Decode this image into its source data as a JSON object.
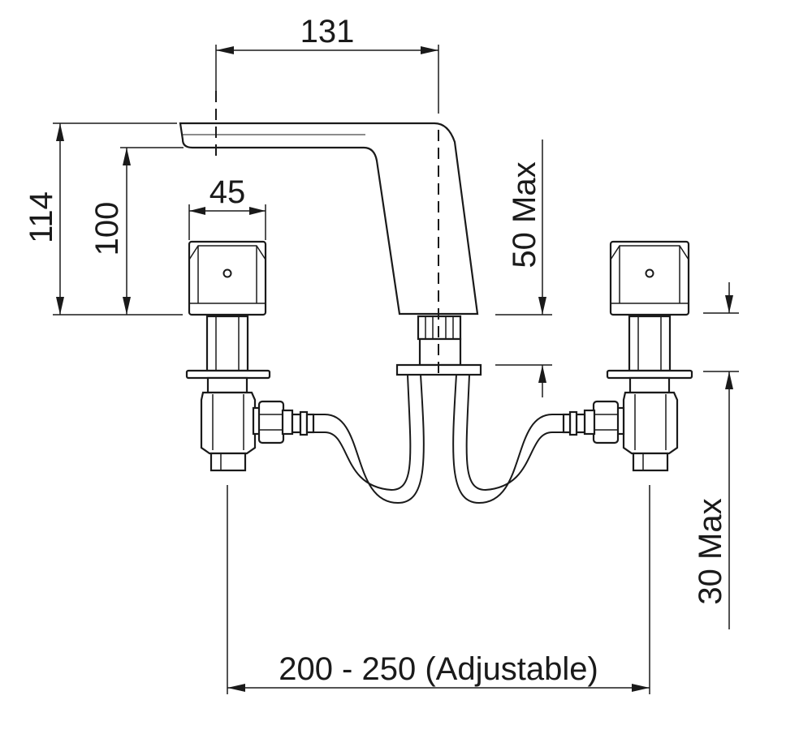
{
  "dimensions": {
    "spout_reach": "131",
    "overall_height": "114",
    "spout_outlet_height": "100",
    "handle_width": "45",
    "max_basin_thickness": "50 Max",
    "max_deck_thickness": "30 Max",
    "centres": "200 - 250 (Adjustable)"
  },
  "colors": {
    "line": "#1a1a1a",
    "background": "#ffffff"
  }
}
